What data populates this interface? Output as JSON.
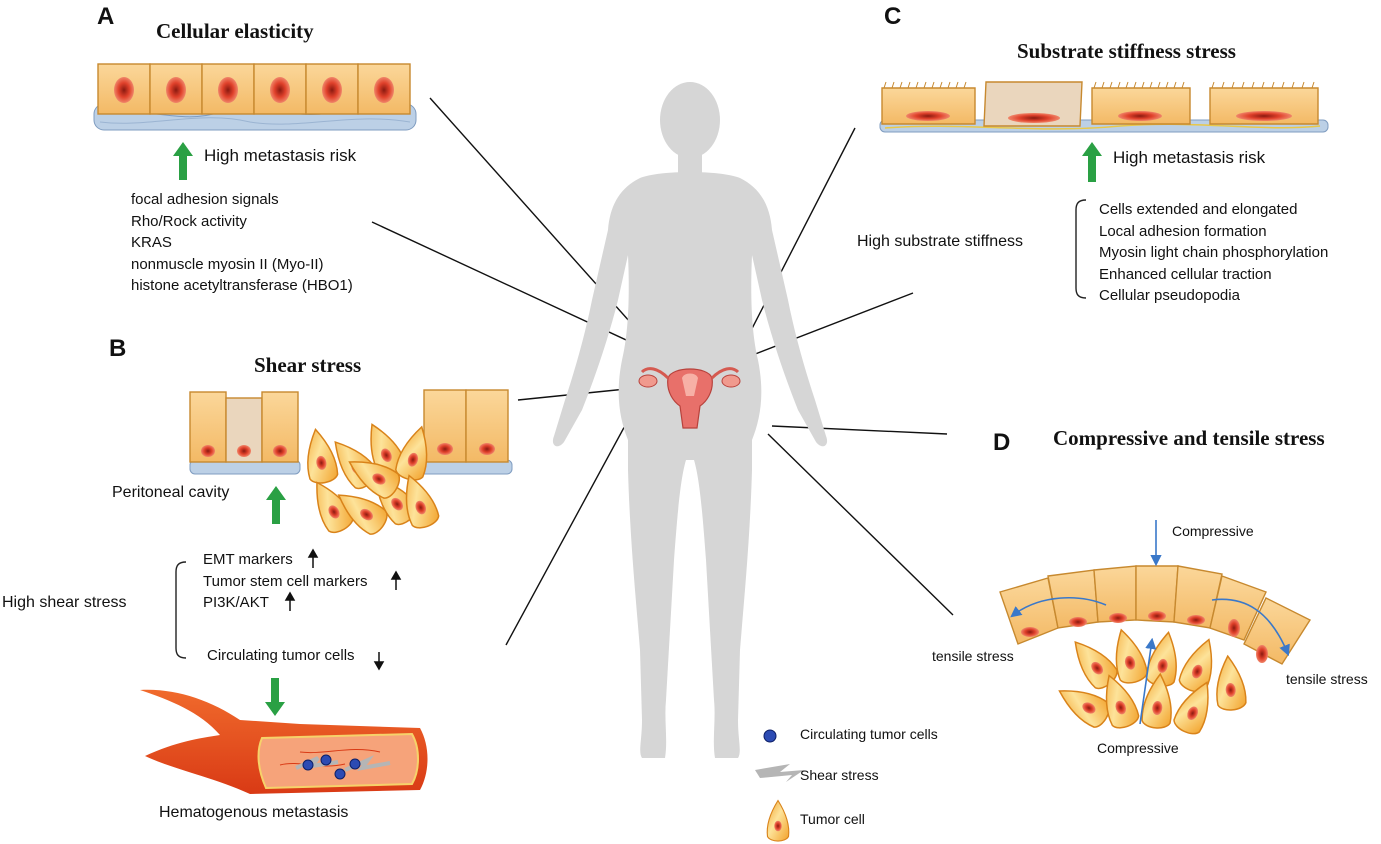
{
  "panels": {
    "A": {
      "letter": "A",
      "title": "Cellular elasticity",
      "risk": "High metastasis risk",
      "factors": [
        "focal adhesion signals",
        "Rho/Rock activity",
        "KRAS",
        "nonmuscle myosin II (Myo-II)",
        "histone acetyltransferase (HBO1)"
      ]
    },
    "B": {
      "letter": "B",
      "title": "Shear stress",
      "cavity": "Peritoneal cavity",
      "condition": "High shear stress",
      "markers": [
        "EMT markers",
        "Tumor stem cell markers",
        "PI3K/AKT"
      ],
      "ctc": "Circulating tumor cells",
      "outcome": "Hematogenous metastasis"
    },
    "C": {
      "letter": "C",
      "title": "Substrate stiffness stress",
      "risk": "High metastasis risk",
      "condition": "High substrate stiffness",
      "effects": [
        "Cells extended and elongated",
        "Local adhesion formation",
        "Myosin light chain phosphorylation",
        "Enhanced cellular traction",
        "Cellular pseudopodia"
      ]
    },
    "D": {
      "letter": "D",
      "title": "Compressive and tensile stress",
      "compressive_top": "Compressive",
      "compressive_bottom": "Compressive",
      "tensile_left": "tensile stress",
      "tensile_right": "tensile stress"
    }
  },
  "legend": {
    "ctc": "Circulating tumor cells",
    "shear": "Shear stress",
    "tumor": "Tumor cell"
  },
  "colors": {
    "cell_fill": "#f7c77a",
    "cell_stroke": "#c7892f",
    "nucleus": "#e0412b",
    "matrix": "#bcd0e6",
    "arrow_green": "#2aa044",
    "vessel": "#e8491f",
    "ctc_dot": "#2c4bb3",
    "body_silhouette": "#d6d6d6",
    "stress_arrow": "#3a78c9"
  }
}
